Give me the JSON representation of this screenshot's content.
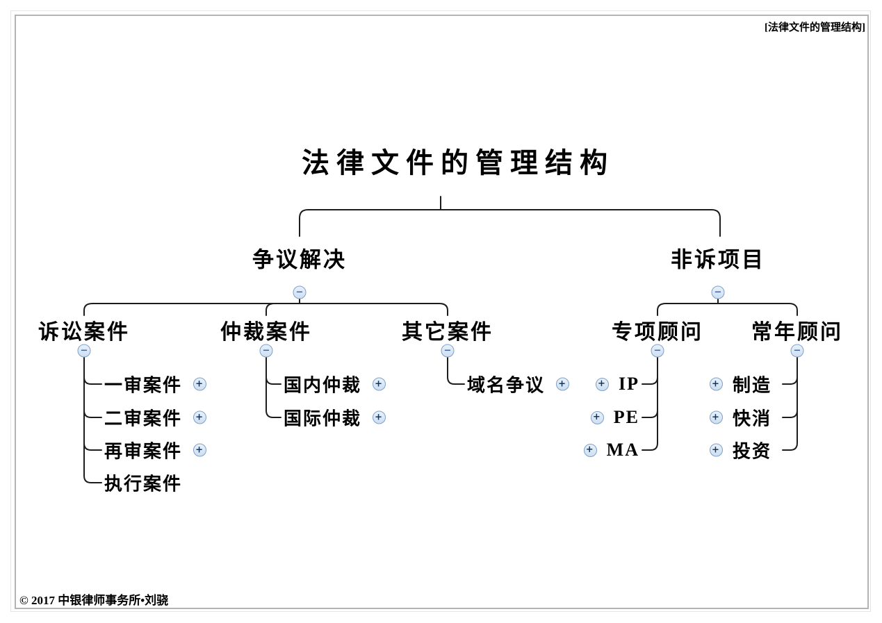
{
  "page": {
    "corner_label": "[法律文件的管理结构]",
    "title": "法律文件的管理结构",
    "copyright": "© 2017 中银律师事务所•刘骁"
  },
  "icons": {
    "collapse": "−",
    "expand": "+"
  },
  "colors": {
    "line": "#1c1c1c",
    "toggle_fill": "#cddff2",
    "toggle_border": "#7f9fc6",
    "collapse_glyph": "#44689d",
    "expand_glyph": "#16365c",
    "text": "#000000"
  },
  "tree": {
    "root": "法律文件的管理结构",
    "branches": [
      {
        "label": "争议解决",
        "state": "expanded",
        "children": [
          {
            "label": "诉讼案件",
            "state": "expanded",
            "children": [
              {
                "label": "一审案件",
                "state": "collapsed"
              },
              {
                "label": "二审案件",
                "state": "collapsed"
              },
              {
                "label": "再审案件",
                "state": "collapsed"
              },
              {
                "label": "执行案件",
                "state": "leaf"
              }
            ]
          },
          {
            "label": "仲裁案件",
            "state": "expanded",
            "children": [
              {
                "label": "国内仲裁",
                "state": "collapsed"
              },
              {
                "label": "国际仲裁",
                "state": "collapsed"
              }
            ]
          },
          {
            "label": "其它案件",
            "state": "expanded",
            "children": [
              {
                "label": "域名争议",
                "state": "collapsed"
              }
            ]
          }
        ]
      },
      {
        "label": "非诉项目",
        "state": "expanded",
        "children": [
          {
            "label": "专项顾问",
            "state": "expanded",
            "children": [
              {
                "label": "IP",
                "state": "collapsed"
              },
              {
                "label": "PE",
                "state": "collapsed"
              },
              {
                "label": "MA",
                "state": "collapsed"
              }
            ]
          },
          {
            "label": "常年顾问",
            "state": "expanded",
            "children": [
              {
                "label": "制造",
                "state": "collapsed"
              },
              {
                "label": "快消",
                "state": "collapsed"
              },
              {
                "label": "投资",
                "state": "collapsed"
              }
            ]
          }
        ]
      }
    ]
  }
}
